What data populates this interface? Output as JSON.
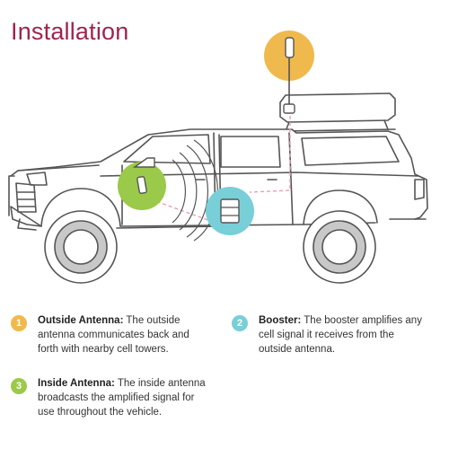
{
  "title": "Installation",
  "colors": {
    "title": "#a0244e",
    "outside_antenna": "#f0b94d",
    "booster": "#78cfd8",
    "inside_antenna": "#9bc94a",
    "cable": "#e9a0b4",
    "outline": "#555555",
    "tire": "#c8c8c8"
  },
  "legend": [
    {
      "number": "1",
      "heading": "Outside Antenna:",
      "body": " The outside antenna communicates back and forth with nearby cell towers.",
      "color": "#f0b94d"
    },
    {
      "number": "2",
      "heading": "Booster:",
      "body": " The booster amplifies any cell signal it receives from the outside antenna.",
      "color": "#78cfd8"
    },
    {
      "number": "3",
      "heading": "Inside Antenna:",
      "body": " The inside antenna broadcasts the amplified signal for use throughout the vehicle.",
      "color": "#9bc94a"
    }
  ]
}
